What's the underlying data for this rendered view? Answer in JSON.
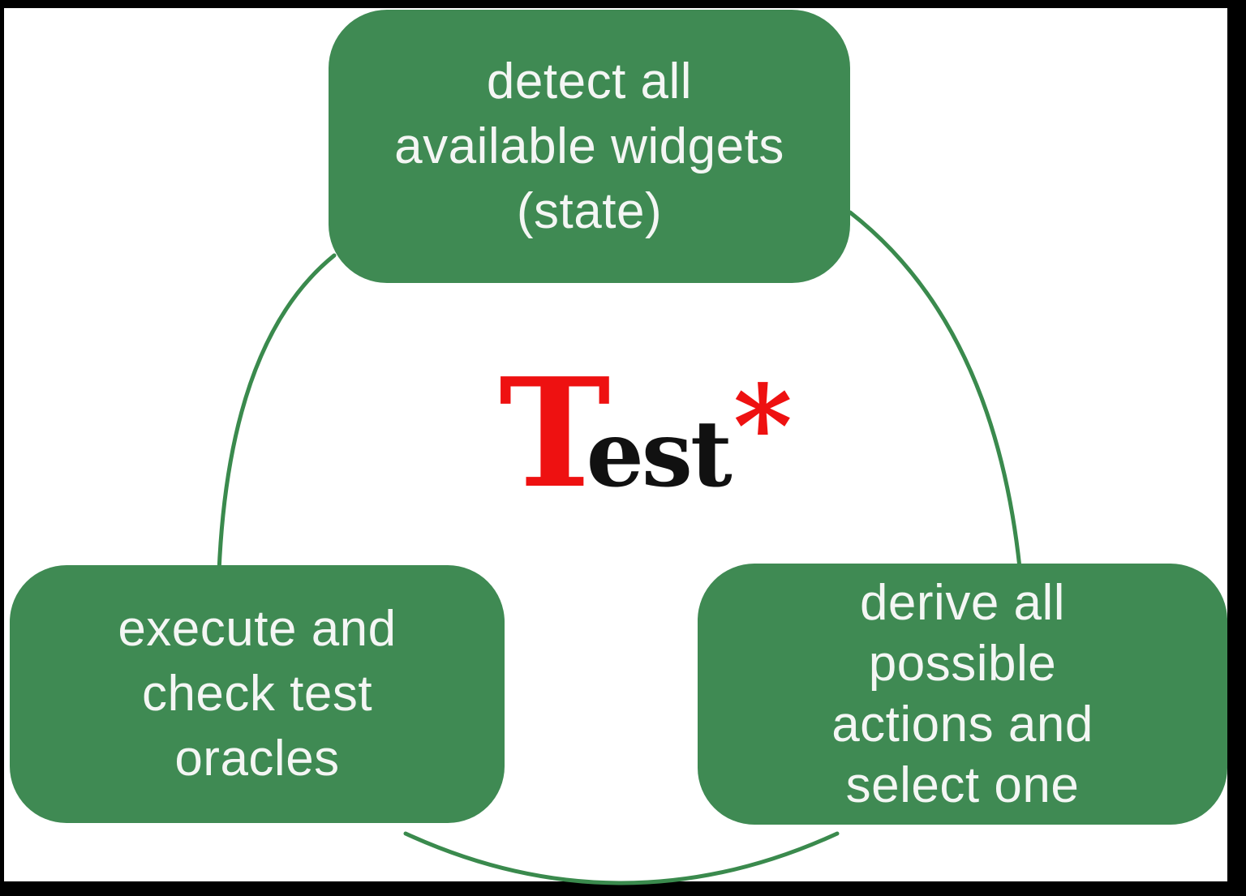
{
  "diagram": {
    "logo": {
      "t_letter": "T",
      "rest": "est",
      "asterisk": "*"
    },
    "nodes": [
      {
        "id": "detect-widgets",
        "lines": [
          "detect all",
          "available widgets",
          "(state)"
        ]
      },
      {
        "id": "derive-actions",
        "lines": [
          "derive all",
          "possible",
          "actions and",
          "select one"
        ]
      },
      {
        "id": "execute-oracles",
        "lines": [
          "execute and",
          "check test",
          "oracles"
        ]
      }
    ]
  },
  "colors": {
    "background": "#000000",
    "surface": "#ffffff",
    "node_fill": "#3f8a53",
    "node_text": "#f4f6f4",
    "arc_stroke": "#3a8a4d",
    "logo_red": "#ee1111",
    "logo_dark": "#111111"
  }
}
